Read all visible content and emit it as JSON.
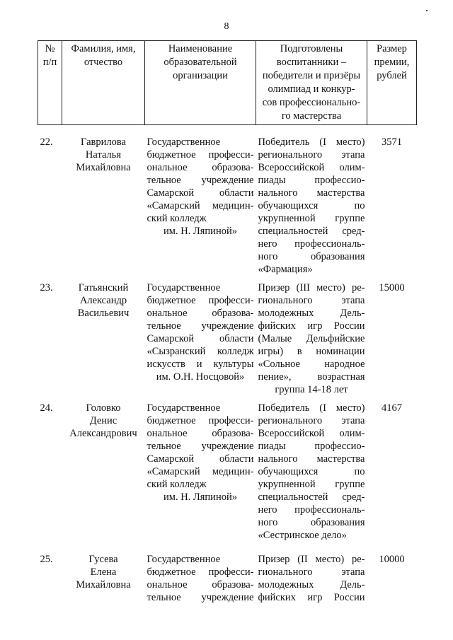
{
  "page_number": "8",
  "headers": {
    "num": [
      "№",
      "п/п"
    ],
    "name": [
      "Фамилия, имя,",
      "отчество"
    ],
    "org": [
      "Наименование",
      "образовательной",
      "организации"
    ],
    "prepared": [
      "Подготовлены",
      "воспитанники –",
      "победители и призёры",
      "олимпиад и конкур-",
      "сов профессионально-",
      "го мастерства"
    ],
    "prize": [
      "Размер",
      "премии,",
      "рублей"
    ]
  },
  "rows": [
    {
      "num": "22.",
      "name": [
        "Гаврилова",
        "Наталья",
        "Михайловна"
      ],
      "org": [
        "Государственное",
        "бюджетное професси-",
        "ональное образова-",
        "тельное учреждение",
        "Самарской области",
        "«Самарский медицин-",
        "ский колледж",
        "им. Н. Ляпиной»"
      ],
      "prepared": [
        "Победитель (I место)",
        "регионального этапа",
        "Всероссийской олим-",
        "пиады профессио-",
        "нального мастерства",
        "обучающихся по",
        "укрупненной группе",
        "специальностей сред-",
        "него профессиональ-",
        "ного образования",
        "«Фармация»"
      ],
      "prize": "3571"
    },
    {
      "num": "23.",
      "name": [
        "Гатьянский",
        "Александр",
        "Васильевич"
      ],
      "org": [
        "Государственное",
        "бюджетное професси-",
        "ональное образова-",
        "тельное учреждение",
        "Самарской области",
        "«Сызранский колледж",
        "искусств и культуры",
        "им. О.Н. Носцовой»"
      ],
      "prepared": [
        "Призер (III место) ре-",
        "гионального этапа",
        "молодежных Дель-",
        "фийских игр России",
        "(Малые Дельфийские",
        "игры) в номинации",
        "«Сольное народное",
        "пение», возрастная",
        "группа 14-18 лет"
      ],
      "prize": "15000"
    },
    {
      "num": "24.",
      "name": [
        "Головко",
        "Денис",
        "Александрович"
      ],
      "org": [
        "Государственное",
        "бюджетное професси-",
        "ональное образова-",
        "тельное учреждение",
        "Самарской области",
        "«Самарский медицин-",
        "ский колледж",
        "им. Н. Ляпиной»"
      ],
      "prepared": [
        "Победитель (I место)",
        "регионального этапа",
        "Всероссийской олим-",
        "пиады профессио-",
        "нального мастерства",
        "обучающихся по",
        "укрупненной группе",
        "специальностей сред-",
        "него профессиональ-",
        "ного образования",
        "«Сестринское дело»"
      ],
      "prize": "4167"
    },
    {
      "num": "25.",
      "name": [
        "Гусева",
        "Елена",
        "Михайловна"
      ],
      "org": [
        "Государственное",
        "бюджетное професси-",
        "ональное образова-",
        "тельное учреждение"
      ],
      "prepared": [
        "Призер (II место) ре-",
        "гионального этапа",
        "молодежных Дель-",
        "фийских игр России"
      ],
      "prize": "10000"
    }
  ]
}
